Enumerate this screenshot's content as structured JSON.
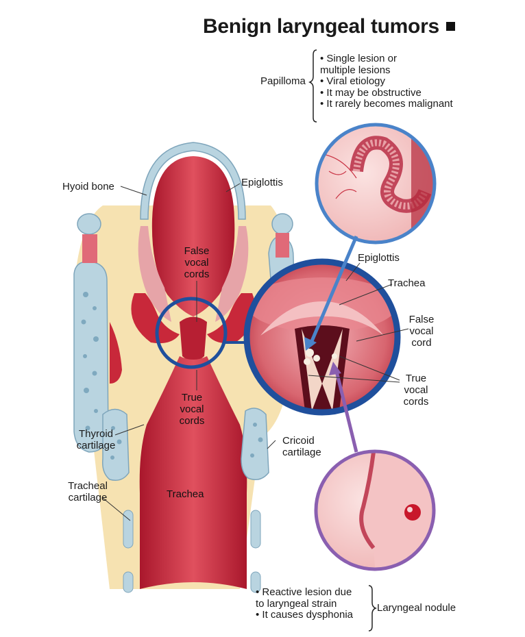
{
  "title": "Benign laryngeal tumors",
  "papilloma": {
    "label": "Papilloma",
    "bullets": [
      "• Single lesion or",
      "multiple lesions",
      "• Viral etiology",
      "• It may be obstructive",
      "• It rarely becomes malignant"
    ]
  },
  "nodule": {
    "label": "Laryngeal nodule",
    "bullets": [
      "• Reactive lesion due",
      "to laryngeal strain",
      "• It causes dysphonia"
    ]
  },
  "labels": {
    "hyoid_bone": "Hyoid bone",
    "epiglottis": "Epiglottis",
    "false_vocal_cords": [
      "False",
      "vocal",
      "cords"
    ],
    "true_vocal_cords": [
      "True",
      "vocal",
      "cords"
    ],
    "thyroid_cartilage": [
      "Thyroid",
      "cartilage"
    ],
    "cricoid_cartilage": [
      "Cricoid",
      "cartilage"
    ],
    "tracheal_cartilage": [
      "Tracheal",
      "cartilage"
    ],
    "trachea": "Trachea"
  },
  "inset_labels": {
    "epiglottis": "Epiglottis",
    "trachea": "Trachea",
    "false_vocal_cord": [
      "False",
      "vocal",
      "cord"
    ],
    "true_vocal_cords": [
      "True",
      "vocal",
      "cords"
    ]
  },
  "colors": {
    "tissue_red": "#c8283a",
    "cartilage_blue": "#b9d4e0",
    "fat_yellow": "#f5dfa8",
    "ring_blue": "#1f4f9c",
    "arrow_blue": "#4a83c9",
    "ring_purple": "#8a5fb0"
  }
}
